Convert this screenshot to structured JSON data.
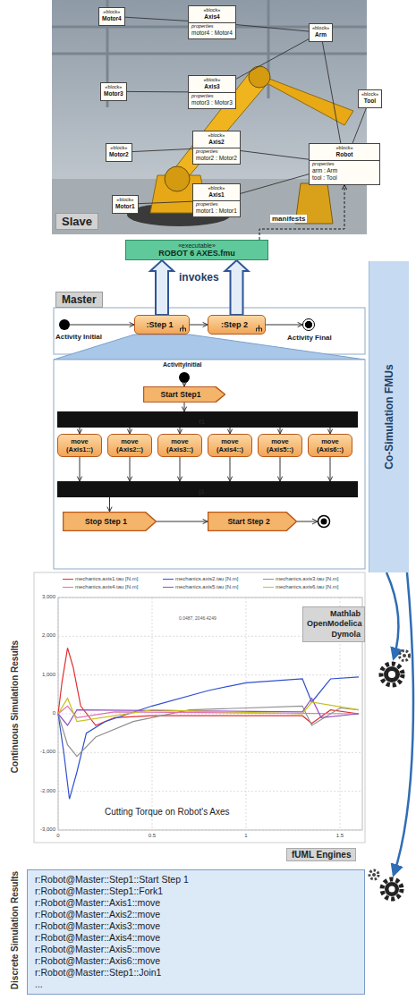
{
  "diagram": {
    "nodes": [
      {
        "text": [
          "«block»",
          "Motor4"
        ]
      },
      {
        "text": [
          "«block»",
          "Axis4",
          "properties",
          "motor4 : Motor4"
        ]
      },
      {
        "text": [
          "«block»",
          "Arm"
        ]
      },
      {
        "text": [
          "«block»",
          "Motor3"
        ]
      },
      {
        "text": [
          "«block»",
          "Axis3",
          "properties",
          "motor3 : Motor3"
        ]
      },
      {
        "text": [
          "«block»",
          "Tool"
        ]
      },
      {
        "text": [
          "«block»",
          "Motor2"
        ]
      },
      {
        "text": [
          "«block»",
          "Axis2",
          "properties",
          "motor2 : Motor2"
        ]
      },
      {
        "text": [
          "«block»",
          "Robot",
          "properties",
          "arm : Arm",
          "tool : Tool"
        ]
      },
      {
        "text": [
          "«block»",
          "Motor1"
        ]
      },
      {
        "text": [
          "«block»",
          "Axis1",
          "properties",
          "motor1 : Motor1"
        ]
      },
      {
        "text": [
          "Slave"
        ]
      },
      {
        "text": [
          "«executable»",
          "ROBOT 6 AXES.fmu"
        ]
      },
      {
        "text": [
          "Co-Simulation FMUs"
        ]
      },
      {
        "text": [
          "Master"
        ]
      },
      {
        "text": [
          "Activity Initial"
        ]
      },
      {
        "text": [
          ":Step 1"
        ]
      },
      {
        "text": [
          ":Step 2"
        ]
      },
      {
        "text": [
          "Activity Final"
        ]
      },
      {
        "text": [
          "ActivityInitial"
        ]
      },
      {
        "text": [
          "Start Step1"
        ]
      },
      {
        "text": [
          "f1"
        ]
      },
      {
        "text": [
          "move (Axis1::)"
        ]
      },
      {
        "text": [
          "move (Axis2::)"
        ]
      },
      {
        "text": [
          "move (Axis3::)"
        ]
      },
      {
        "text": [
          "move (Axis4::)"
        ]
      },
      {
        "text": [
          "move (Axis5::)"
        ]
      },
      {
        "text": [
          "move (Axis6::)"
        ]
      },
      {
        "text": [
          "j1"
        ]
      },
      {
        "text": [
          "Stop Step 1"
        ]
      },
      {
        "text": [
          "Start Step 2"
        ]
      },
      {
        "text": [
          "Mathlab OpenModelica Dymola"
        ]
      },
      {
        "text": [
          "fUML Engines"
        ]
      },
      {
        "text": [
          "r:Robot@Master::Step1::Start Step 1",
          "r:Robot@Master::Step1::Fork1",
          "r:Robot@Master::Axis1::move",
          "r:Robot@Master::Axis2::move",
          "r:Robot@Master::Axis3::move",
          "r:Robot@Master::Axis4::move",
          "r:Robot@Master::Axis5::move",
          "r:Robot@Master::Axis6::move",
          "r:Robot@Master::Step1::Join1",
          "..."
        ]
      }
    ],
    "edges": [
      {
        "from": 0,
        "to": 1,
        "arrow": "none"
      },
      {
        "from": 1,
        "to": 2,
        "arrow": "none"
      },
      {
        "from": 3,
        "to": 4,
        "arrow": "none"
      },
      {
        "from": 4,
        "to": 2,
        "arrow": "none"
      },
      {
        "from": 6,
        "to": 7,
        "arrow": "none"
      },
      {
        "from": 7,
        "to": 8,
        "arrow": "none"
      },
      {
        "from": 9,
        "to": 10,
        "arrow": "none"
      },
      {
        "from": 10,
        "to": 8,
        "arrow": "none"
      },
      {
        "from": 2,
        "to": 8,
        "arrow": "none"
      },
      {
        "from": 5,
        "to": 8,
        "arrow": "none"
      },
      {
        "from": 12,
        "to": 8,
        "arrow": "to",
        "label": "manifests"
      },
      {
        "from": 16,
        "to": 12,
        "arrow": "to"
      },
      {
        "from": 17,
        "to": 12,
        "arrow": "to"
      },
      {
        "from": 15,
        "to": 16,
        "arrow": "to"
      },
      {
        "from": 16,
        "to": 17,
        "arrow": "to"
      },
      {
        "from": 17,
        "to": 18,
        "arrow": "to"
      },
      {
        "from": 19,
        "to": 20,
        "arrow": "to"
      },
      {
        "from": 20,
        "to": 21,
        "arrow": "to"
      },
      {
        "from": 21,
        "to": 22,
        "arrow": "to"
      },
      {
        "from": 21,
        "to": 23,
        "arrow": "to"
      },
      {
        "from": 21,
        "to": 24,
        "arrow": "to"
      },
      {
        "from": 21,
        "to": 25,
        "arrow": "to"
      },
      {
        "from": 21,
        "to": 26,
        "arrow": "to"
      },
      {
        "from": 21,
        "to": 27,
        "arrow": "to"
      },
      {
        "from": 22,
        "to": 28,
        "arrow": "to"
      },
      {
        "from": 23,
        "to": 28,
        "arrow": "to"
      },
      {
        "from": 24,
        "to": 28,
        "arrow": "to"
      },
      {
        "from": 25,
        "to": 28,
        "arrow": "to"
      },
      {
        "from": 26,
        "to": 28,
        "arrow": "to"
      },
      {
        "from": 27,
        "to": 28,
        "arrow": "to"
      },
      {
        "from": 28,
        "to": 29,
        "arrow": "to"
      },
      {
        "from": 29,
        "to": 30,
        "arrow": "to"
      }
    ],
    "labels": [
      "invokes",
      "Continuous Simulation Results",
      "3,000",
      "2,000",
      "1,000",
      "0",
      "-1,000",
      "-2,000",
      "-3,000",
      "0",
      "0.5",
      "1",
      "1.5",
      "0.0487, 2046.4249",
      "Cutting Torque on Robot's Axes",
      "Discrete Simulation Results"
    ],
    "legend": [
      {
        "text": "mechanics.axis1.tau [N.m]"
      },
      {
        "text": "mechanics.axis2.tau [N.m]"
      },
      {
        "text": "mechanics.axis3.tau [N.m]"
      },
      {
        "text": "mechanics.axis4.tau [N.m]"
      },
      {
        "text": "mechanics.axis5.tau [N.m]"
      },
      {
        "text": "mechanics.axis6.tau [N.m]"
      }
    ]
  }
}
